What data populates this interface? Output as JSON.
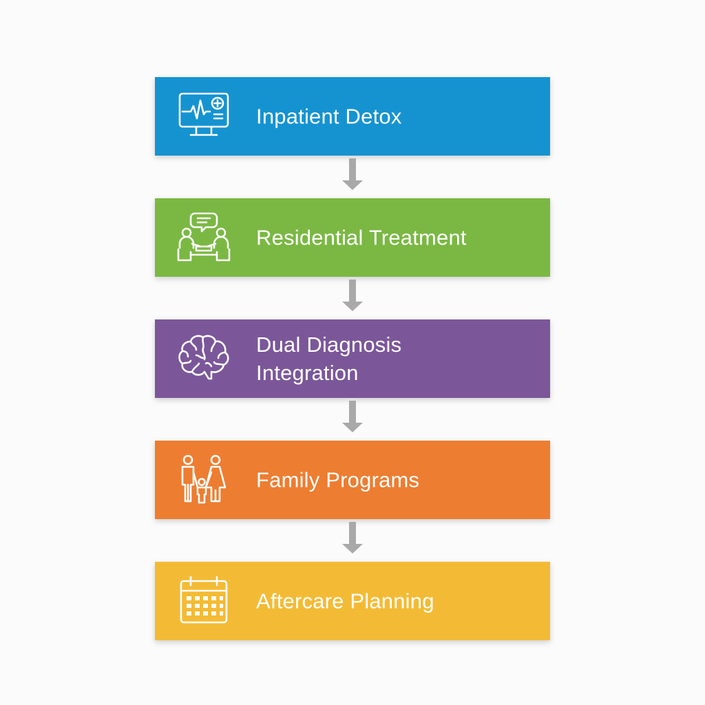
{
  "steps": [
    {
      "label": "Inpatient Detox",
      "color": "#1593d1",
      "icon": "medical-monitor-icon"
    },
    {
      "label": "Residential Treatment",
      "color": "#7ab843",
      "icon": "group-counseling-icon"
    },
    {
      "label": "Dual Diagnosis\nIntegration",
      "color": "#7b579a",
      "icon": "brain-icon"
    },
    {
      "label": "Family Programs",
      "color": "#ed7d31",
      "icon": "family-icon"
    },
    {
      "label": "Aftercare Planning",
      "color": "#f3bb35",
      "icon": "calendar-icon"
    }
  ],
  "connector_color": "#a9a9a9"
}
